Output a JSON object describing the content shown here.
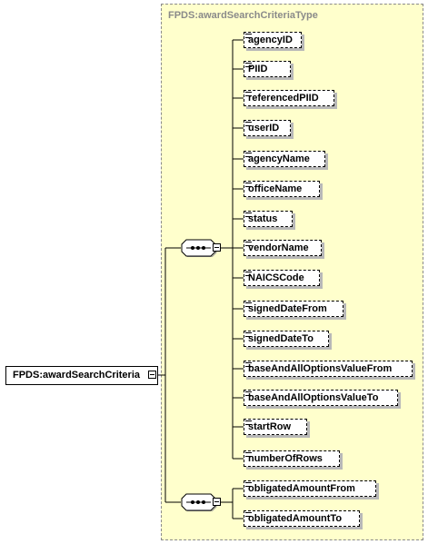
{
  "type_name": "FPDS:awardSearchCriteriaType",
  "root_element": "FPDS:awardSearchCriteria",
  "sequence1": {
    "icon": "sequence-compositor-icon",
    "elements": [
      "agencyID",
      "PIID",
      "referencedPIID",
      "userID",
      "agencyName",
      "officeName",
      "status",
      "vendorName",
      "NAICSCode",
      "signedDateFrom",
      "signedDateTo",
      "baseAndAllOptionsValueFrom",
      "baseAndAllOptionsValueTo",
      "startRow",
      "numberOfRows"
    ]
  },
  "sequence2": {
    "icon": "sequence-compositor-icon",
    "elements": [
      "obligatedAmountFrom",
      "obligatedAmountTo"
    ]
  }
}
